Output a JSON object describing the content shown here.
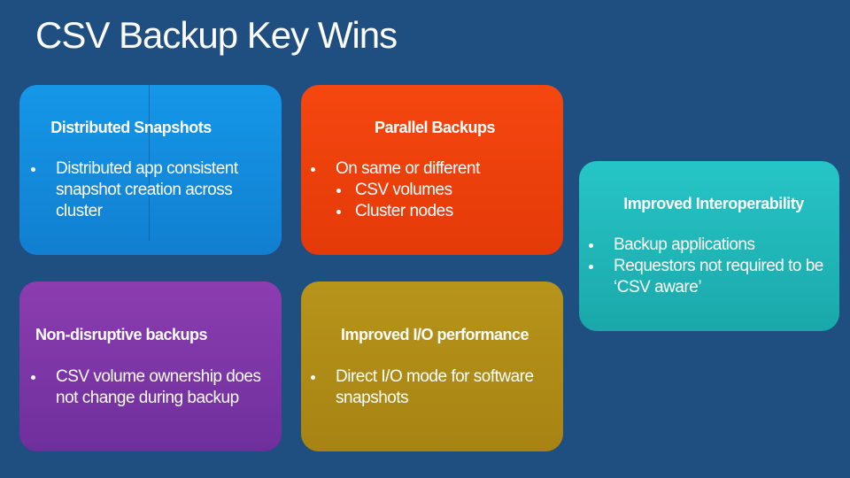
{
  "slide": {
    "title": "CSV Backup Key Wins"
  },
  "cards": {
    "distributed": {
      "heading": "Distributed Snapshots",
      "bullets": [
        "Distributed app consistent snapshot creation across cluster"
      ],
      "color": "#1597e8"
    },
    "parallel": {
      "heading": "Parallel Backups",
      "bullet": "On same or different",
      "sub_bullets": [
        "CSV volumes",
        "Cluster nodes"
      ],
      "color": "#f5470f"
    },
    "interop": {
      "heading": "Improved Interoperability",
      "bullets": [
        "Backup applications",
        "Requestors not required to be ‘CSV aware’"
      ],
      "color": "#27c5c7"
    },
    "nondisruptive": {
      "heading": "Non-disruptive backups",
      "bullets": [
        "CSV volume ownership does not change during backup"
      ],
      "color": "#8c3db0"
    },
    "io": {
      "heading": "Improved I/O performance",
      "bullets": [
        "Direct I/O mode for software snapshots"
      ],
      "color": "#b7941a"
    }
  },
  "colors": {
    "background": "#1f4e80",
    "text": "#ffffff"
  }
}
